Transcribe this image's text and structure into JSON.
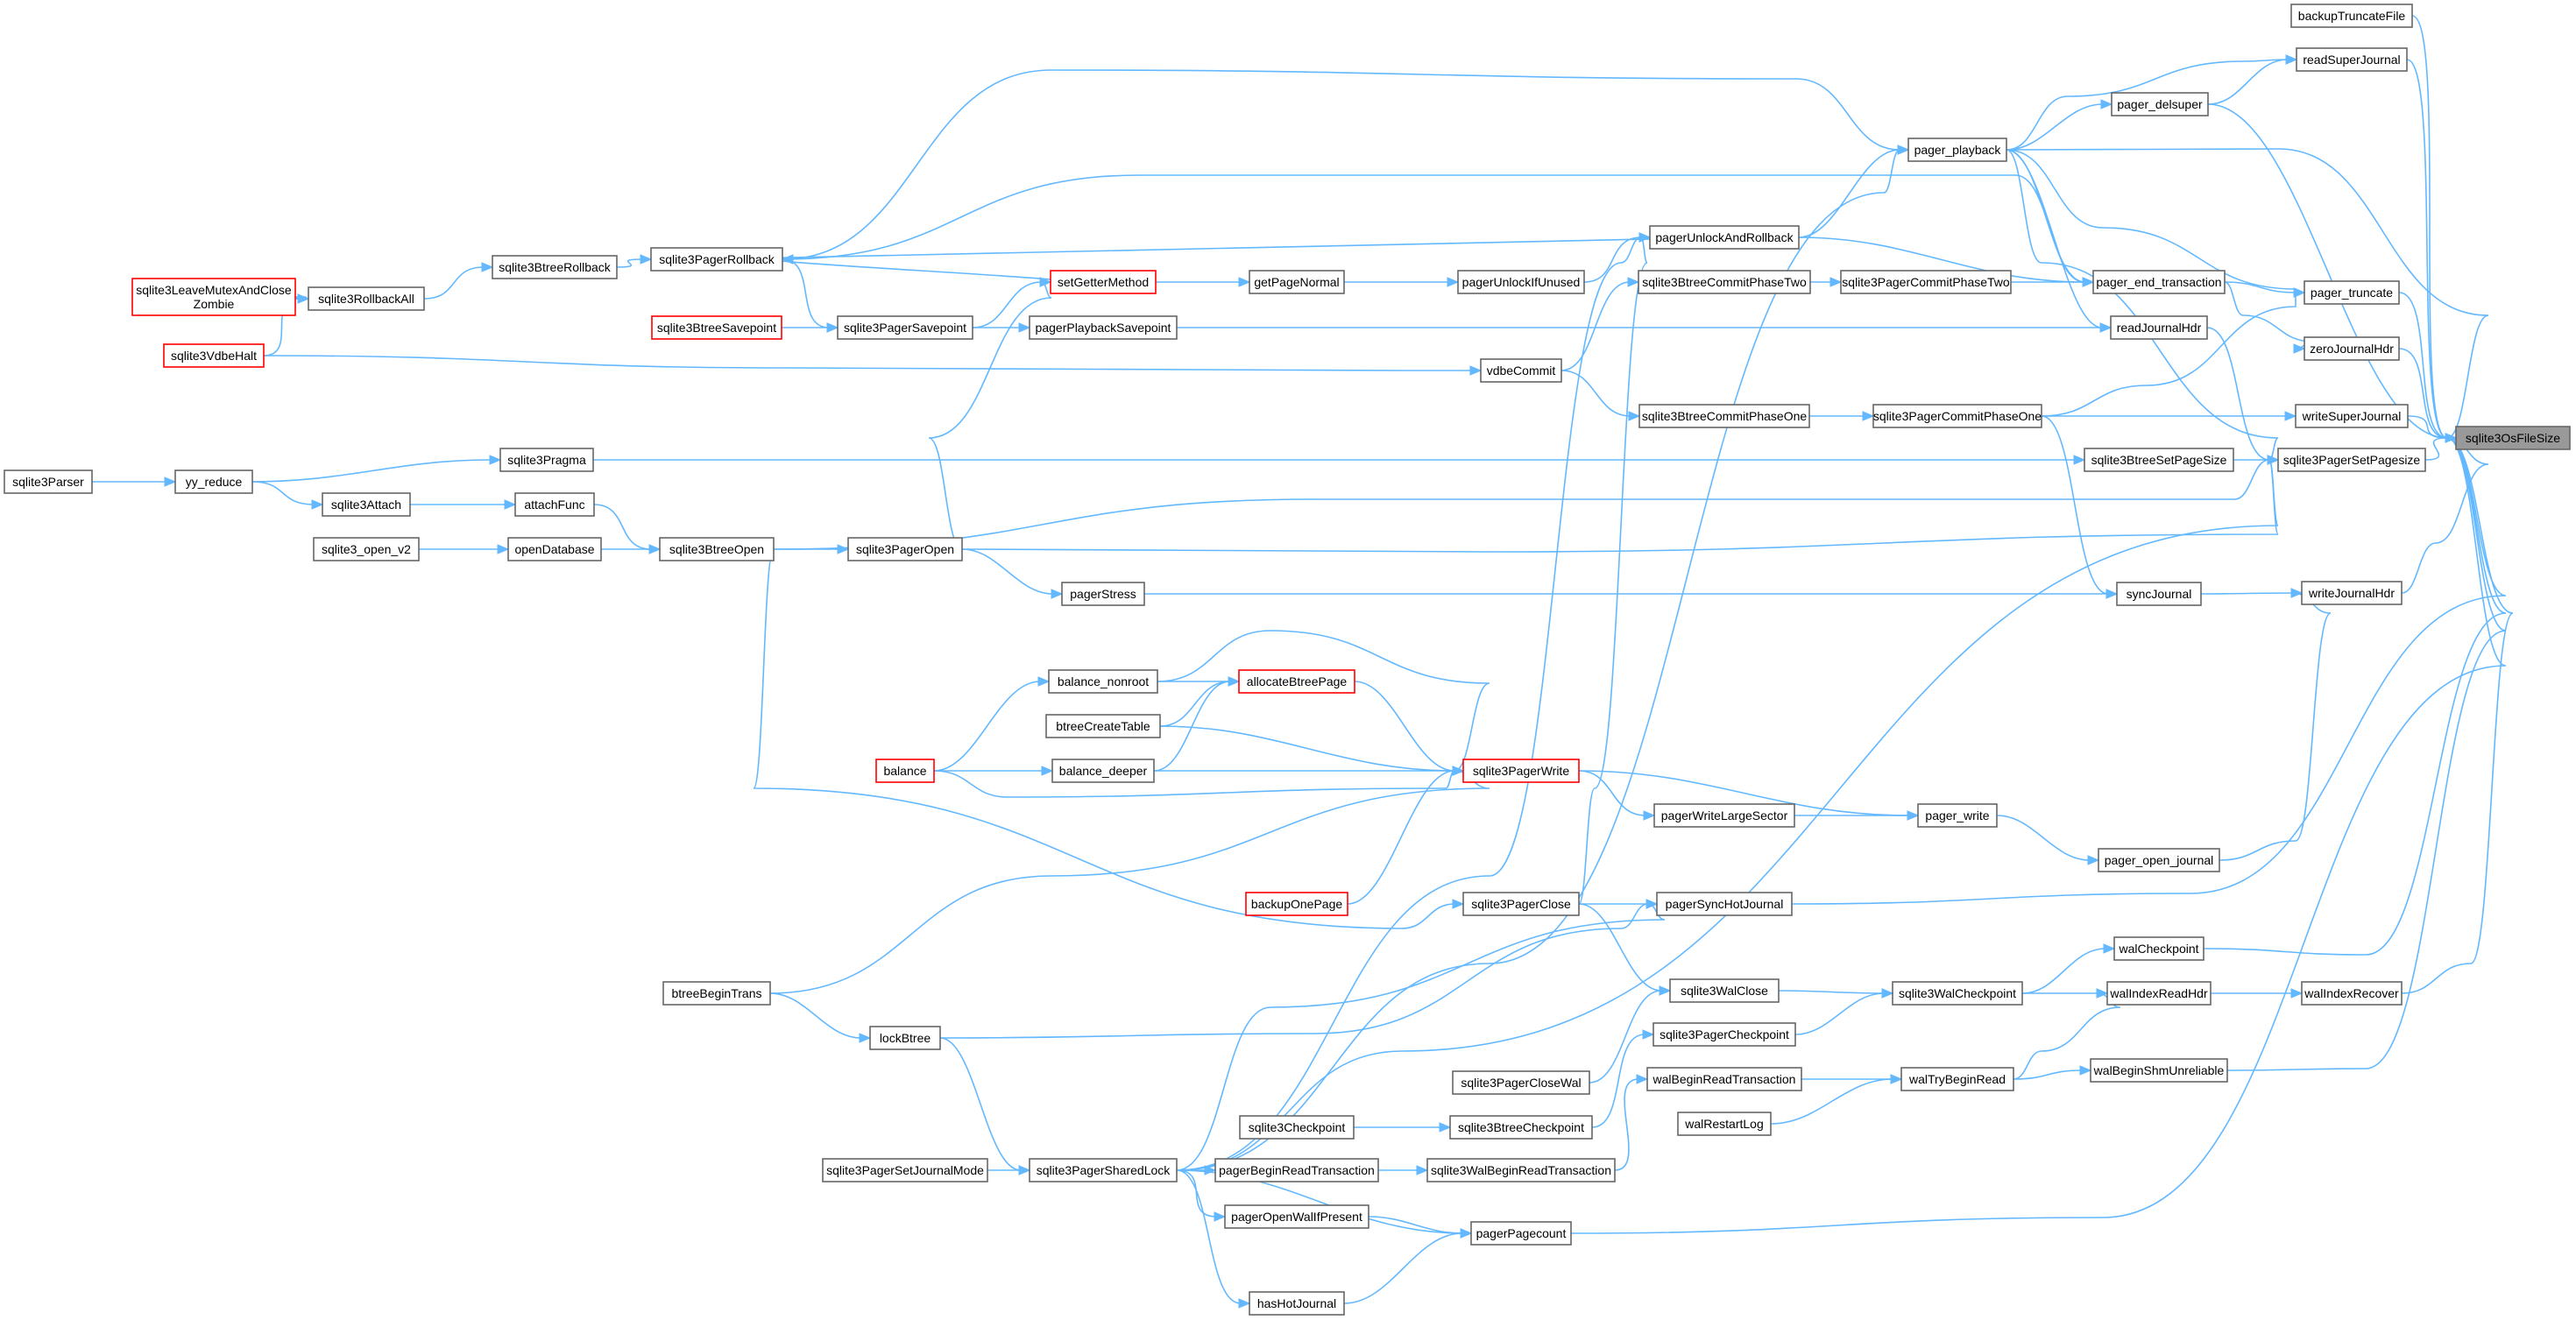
{
  "diagram": {
    "background": "#ffffff",
    "edge_color": "#63b8ff",
    "node_border_color": "#666666",
    "truncated_border_color": "#ff0000",
    "root_fill_color": "#999999",
    "nodes": [
      {
        "id": "sqlite3OsFileSize",
        "lines": [
          "sqlite3OsFileSize"
        ],
        "root": true
      },
      {
        "id": "backupTruncateFile",
        "lines": [
          "backupTruncateFile"
        ]
      },
      {
        "id": "readSuperJournal",
        "lines": [
          "readSuperJournal"
        ]
      },
      {
        "id": "pager_delsuper",
        "lines": [
          "pager_delsuper"
        ]
      },
      {
        "id": "pager_playback",
        "lines": [
          "pager_playback"
        ]
      },
      {
        "id": "pagerUnlockAndRollback",
        "lines": [
          "pagerUnlockAndRollback"
        ]
      },
      {
        "id": "pager_end_transaction",
        "lines": [
          "pager_end_transaction"
        ]
      },
      {
        "id": "pager_truncate",
        "lines": [
          "pager_truncate"
        ]
      },
      {
        "id": "zeroJournalHdr",
        "lines": [
          "zeroJournalHdr"
        ]
      },
      {
        "id": "readJournalHdr",
        "lines": [
          "readJournalHdr"
        ]
      },
      {
        "id": "writeSuperJournal",
        "lines": [
          "writeSuperJournal"
        ]
      },
      {
        "id": "sqlite3PagerSetPagesize",
        "lines": [
          "sqlite3PagerSetPagesize"
        ]
      },
      {
        "id": "writeJournalHdr",
        "lines": [
          "writeJournalHdr"
        ]
      },
      {
        "id": "walIndexRecover",
        "lines": [
          "walIndexRecover"
        ]
      },
      {
        "id": "walCheckpoint",
        "lines": [
          "walCheckpoint"
        ]
      },
      {
        "id": "walIndexReadHdr",
        "lines": [
          "walIndexReadHdr"
        ]
      },
      {
        "id": "walBeginShmUnreliable",
        "lines": [
          "walBeginShmUnreliable"
        ]
      },
      {
        "id": "sqlite3PagerRollback",
        "lines": [
          "sqlite3PagerRollback"
        ]
      },
      {
        "id": "sqlite3BtreeRollback",
        "lines": [
          "sqlite3BtreeRollback"
        ]
      },
      {
        "id": "sqlite3RollbackAll",
        "lines": [
          "sqlite3RollbackAll"
        ]
      },
      {
        "id": "sqlite3LeaveMutexAndCloseZombie",
        "lines": [
          "sqlite3LeaveMutexAndClose",
          "Zombie"
        ],
        "truncated": true
      },
      {
        "id": "sqlite3VdbeHalt",
        "lines": [
          "sqlite3VdbeHalt"
        ],
        "truncated": true
      },
      {
        "id": "setGetterMethod",
        "lines": [
          "setGetterMethod"
        ],
        "truncated": true
      },
      {
        "id": "getPageNormal",
        "lines": [
          "getPageNormal"
        ]
      },
      {
        "id": "pagerUnlockIfUnused",
        "lines": [
          "pagerUnlockIfUnused"
        ]
      },
      {
        "id": "sqlite3BtreeCommitPhaseTwo",
        "lines": [
          "sqlite3BtreeCommitPhaseTwo"
        ]
      },
      {
        "id": "sqlite3PagerCommitPhaseTwo",
        "lines": [
          "sqlite3PagerCommitPhaseTwo"
        ]
      },
      {
        "id": "sqlite3BtreeSavepoint",
        "lines": [
          "sqlite3BtreeSavepoint"
        ],
        "truncated": true
      },
      {
        "id": "sqlite3PagerSavepoint",
        "lines": [
          "sqlite3PagerSavepoint"
        ]
      },
      {
        "id": "pagerPlaybackSavepoint",
        "lines": [
          "pagerPlaybackSavepoint"
        ]
      },
      {
        "id": "vdbeCommit",
        "lines": [
          "vdbeCommit"
        ]
      },
      {
        "id": "sqlite3BtreeCommitPhaseOne",
        "lines": [
          "sqlite3BtreeCommitPhaseOne"
        ]
      },
      {
        "id": "sqlite3PagerCommitPhaseOne",
        "lines": [
          "sqlite3PagerCommitPhaseOne"
        ]
      },
      {
        "id": "sqlite3Parser",
        "lines": [
          "sqlite3Parser"
        ]
      },
      {
        "id": "yy_reduce",
        "lines": [
          "yy_reduce"
        ]
      },
      {
        "id": "sqlite3Pragma",
        "lines": [
          "sqlite3Pragma"
        ]
      },
      {
        "id": "sqlite3BtreeSetPageSize",
        "lines": [
          "sqlite3BtreeSetPageSize"
        ]
      },
      {
        "id": "sqlite3Attach",
        "lines": [
          "sqlite3Attach"
        ]
      },
      {
        "id": "attachFunc",
        "lines": [
          "attachFunc"
        ]
      },
      {
        "id": "sqlite3_open_v2",
        "lines": [
          "sqlite3_open_v2"
        ]
      },
      {
        "id": "openDatabase",
        "lines": [
          "openDatabase"
        ]
      },
      {
        "id": "sqlite3BtreeOpen",
        "lines": [
          "sqlite3BtreeOpen"
        ]
      },
      {
        "id": "sqlite3PagerOpen",
        "lines": [
          "sqlite3PagerOpen"
        ]
      },
      {
        "id": "pagerStress",
        "lines": [
          "pagerStress"
        ]
      },
      {
        "id": "syncJournal",
        "lines": [
          "syncJournal"
        ]
      },
      {
        "id": "balance_nonroot",
        "lines": [
          "balance_nonroot"
        ]
      },
      {
        "id": "allocateBtreePage",
        "lines": [
          "allocateBtreePage"
        ],
        "truncated": true
      },
      {
        "id": "btreeCreateTable",
        "lines": [
          "btreeCreateTable"
        ]
      },
      {
        "id": "balance",
        "lines": [
          "balance"
        ],
        "truncated": true
      },
      {
        "id": "balance_deeper",
        "lines": [
          "balance_deeper"
        ]
      },
      {
        "id": "sqlite3PagerWrite",
        "lines": [
          "sqlite3PagerWrite"
        ],
        "truncated": true
      },
      {
        "id": "pagerWriteLargeSector",
        "lines": [
          "pagerWriteLargeSector"
        ]
      },
      {
        "id": "pager_write",
        "lines": [
          "pager_write"
        ]
      },
      {
        "id": "pager_open_journal",
        "lines": [
          "pager_open_journal"
        ]
      },
      {
        "id": "backupOnePage",
        "lines": [
          "backupOnePage"
        ],
        "truncated": true
      },
      {
        "id": "sqlite3PagerClose",
        "lines": [
          "sqlite3PagerClose"
        ]
      },
      {
        "id": "pagerSyncHotJournal",
        "lines": [
          "pagerSyncHotJournal"
        ]
      },
      {
        "id": "btreeBeginTrans",
        "lines": [
          "btreeBeginTrans"
        ]
      },
      {
        "id": "lockBtree",
        "lines": [
          "lockBtree"
        ]
      },
      {
        "id": "sqlite3WalClose",
        "lines": [
          "sqlite3WalClose"
        ]
      },
      {
        "id": "sqlite3WalCheckpoint",
        "lines": [
          "sqlite3WalCheckpoint"
        ]
      },
      {
        "id": "sqlite3PagerCheckpoint",
        "lines": [
          "sqlite3PagerCheckpoint"
        ]
      },
      {
        "id": "sqlite3PagerCloseWal",
        "lines": [
          "sqlite3PagerCloseWal"
        ]
      },
      {
        "id": "walBeginReadTransaction",
        "lines": [
          "walBeginReadTransaction"
        ]
      },
      {
        "id": "walTryBeginRead",
        "lines": [
          "walTryBeginRead"
        ]
      },
      {
        "id": "walRestartLog",
        "lines": [
          "walRestartLog"
        ]
      },
      {
        "id": "sqlite3Checkpoint",
        "lines": [
          "sqlite3Checkpoint"
        ]
      },
      {
        "id": "sqlite3BtreeCheckpoint",
        "lines": [
          "sqlite3BtreeCheckpoint"
        ]
      },
      {
        "id": "sqlite3PagerSetJournalMode",
        "lines": [
          "sqlite3PagerSetJournalMode"
        ]
      },
      {
        "id": "sqlite3PagerSharedLock",
        "lines": [
          "sqlite3PagerSharedLock"
        ]
      },
      {
        "id": "pagerBeginReadTransaction",
        "lines": [
          "pagerBeginReadTransaction"
        ]
      },
      {
        "id": "sqlite3WalBeginReadTransaction",
        "lines": [
          "sqlite3WalBeginReadTransaction"
        ]
      },
      {
        "id": "pagerOpenWalIfPresent",
        "lines": [
          "pagerOpenWalIfPresent"
        ]
      },
      {
        "id": "pagerPagecount",
        "lines": [
          "pagerPagecount"
        ]
      },
      {
        "id": "hasHotJournal",
        "lines": [
          "hasHotJournal"
        ]
      }
    ],
    "edges": [
      {
        "from": "backupTruncateFile",
        "to": "sqlite3OsFileSize"
      },
      {
        "from": "readSuperJournal",
        "to": "sqlite3OsFileSize"
      },
      {
        "from": "pager_delsuper",
        "to": "sqlite3OsFileSize"
      },
      {
        "from": "pager_delsuper",
        "to": "readSuperJournal"
      },
      {
        "from": "pager_playback",
        "to": "sqlite3OsFileSize"
      },
      {
        "from": "pager_playback",
        "to": "readSuperJournal"
      },
      {
        "from": "pager_playback",
        "to": "pager_delsuper"
      },
      {
        "from": "pager_playback",
        "to": "pager_truncate"
      },
      {
        "from": "pager_playback",
        "to": "readJournalHdr"
      },
      {
        "from": "pager_playback",
        "to": "pager_end_transaction"
      },
      {
        "from": "pager_playback",
        "to": "sqlite3PagerSetPagesize"
      },
      {
        "from": "pager_truncate",
        "to": "sqlite3OsFileSize"
      },
      {
        "from": "pager_end_transaction",
        "to": "pager_truncate"
      },
      {
        "from": "pager_end_transaction",
        "to": "zeroJournalHdr"
      },
      {
        "from": "zeroJournalHdr",
        "to": "sqlite3OsFileSize"
      },
      {
        "from": "readJournalHdr",
        "to": "sqlite3PagerSetPagesize"
      },
      {
        "from": "writeSuperJournal",
        "to": "sqlite3OsFileSize"
      },
      {
        "from": "sqlite3PagerSetPagesize",
        "to": "sqlite3OsFileSize"
      },
      {
        "from": "writeJournalHdr",
        "to": "sqlite3OsFileSize"
      },
      {
        "from": "walIndexRecover",
        "to": "sqlite3OsFileSize"
      },
      {
        "from": "walCheckpoint",
        "to": "sqlite3OsFileSize"
      },
      {
        "from": "walBeginShmUnreliable",
        "to": "sqlite3OsFileSize"
      },
      {
        "from": "pagerPagecount",
        "to": "sqlite3OsFileSize"
      },
      {
        "from": "pagerSyncHotJournal",
        "to": "sqlite3OsFileSize"
      },
      {
        "from": "walIndexReadHdr",
        "to": "walIndexRecover"
      },
      {
        "from": "sqlite3PagerCommitPhaseOne",
        "to": "writeSuperJournal"
      },
      {
        "from": "sqlite3PagerCommitPhaseOne",
        "to": "pager_truncate"
      },
      {
        "from": "sqlite3PagerCommitPhaseOne",
        "to": "syncJournal"
      },
      {
        "from": "sqlite3BtreeSetPageSize",
        "to": "sqlite3PagerSetPagesize"
      },
      {
        "from": "sqlite3BtreeOpen",
        "to": "sqlite3PagerSetPagesize"
      },
      {
        "from": "sqlite3PagerOpen",
        "to": "sqlite3PagerSetPagesize"
      },
      {
        "from": "sqlite3PagerSharedLock",
        "to": "sqlite3PagerSetPagesize"
      },
      {
        "from": "syncJournal",
        "to": "writeJournalHdr"
      },
      {
        "from": "pager_open_journal",
        "to": "writeJournalHdr"
      },
      {
        "from": "pagerUnlockAndRollback",
        "to": "pager_playback"
      },
      {
        "from": "pagerUnlockAndRollback",
        "to": "pager_end_transaction"
      },
      {
        "from": "pagerUnlockAndRollback",
        "to": "sqlite3PagerRollback"
      },
      {
        "from": "sqlite3PagerRollback",
        "to": "pager_playback"
      },
      {
        "from": "sqlite3PagerRollback",
        "to": "pager_end_transaction"
      },
      {
        "from": "sqlite3BtreeRollback",
        "to": "sqlite3PagerRollback"
      },
      {
        "from": "sqlite3RollbackAll",
        "to": "sqlite3BtreeRollback"
      },
      {
        "from": "sqlite3LeaveMutexAndCloseZombie",
        "to": "sqlite3RollbackAll"
      },
      {
        "from": "sqlite3VdbeHalt",
        "to": "sqlite3RollbackAll"
      },
      {
        "from": "sqlite3VdbeHalt",
        "to": "vdbeCommit"
      },
      {
        "from": "setGetterMethod",
        "to": "sqlite3PagerRollback"
      },
      {
        "from": "setGetterMethod",
        "to": "getPageNormal"
      },
      {
        "from": "getPageNormal",
        "to": "pagerUnlockIfUnused"
      },
      {
        "from": "pagerUnlockIfUnused",
        "to": "pagerUnlockAndRollback"
      },
      {
        "from": "sqlite3PagerCommitPhaseTwo",
        "to": "pager_end_transaction"
      },
      {
        "from": "sqlite3BtreeCommitPhaseTwo",
        "to": "sqlite3PagerCommitPhaseTwo"
      },
      {
        "from": "vdbeCommit",
        "to": "sqlite3BtreeCommitPhaseTwo"
      },
      {
        "from": "vdbeCommit",
        "to": "sqlite3BtreeCommitPhaseOne"
      },
      {
        "from": "sqlite3BtreeCommitPhaseOne",
        "to": "sqlite3PagerCommitPhaseOne"
      },
      {
        "from": "sqlite3BtreeSavepoint",
        "to": "sqlite3PagerSavepoint"
      },
      {
        "from": "sqlite3PagerSavepoint",
        "to": "setGetterMethod"
      },
      {
        "from": "sqlite3PagerSavepoint",
        "to": "pagerPlaybackSavepoint"
      },
      {
        "from": "sqlite3PagerRollback",
        "to": "sqlite3PagerSavepoint"
      },
      {
        "from": "pagerPlaybackSavepoint",
        "to": "readJournalHdr"
      },
      {
        "from": "sqlite3Parser",
        "to": "yy_reduce"
      },
      {
        "from": "yy_reduce",
        "to": "sqlite3Pragma"
      },
      {
        "from": "yy_reduce",
        "to": "sqlite3Attach"
      },
      {
        "from": "sqlite3Pragma",
        "to": "sqlite3BtreeSetPageSize"
      },
      {
        "from": "sqlite3Attach",
        "to": "attachFunc"
      },
      {
        "from": "attachFunc",
        "to": "sqlite3BtreeOpen"
      },
      {
        "from": "sqlite3_open_v2",
        "to": "openDatabase"
      },
      {
        "from": "openDatabase",
        "to": "sqlite3BtreeOpen"
      },
      {
        "from": "sqlite3BtreeOpen",
        "to": "sqlite3PagerOpen"
      },
      {
        "from": "sqlite3PagerOpen",
        "to": "setGetterMethod"
      },
      {
        "from": "sqlite3PagerOpen",
        "to": "pagerStress"
      },
      {
        "from": "pagerStress",
        "to": "syncJournal"
      },
      {
        "from": "balance",
        "to": "balance_nonroot"
      },
      {
        "from": "balance",
        "to": "balance_deeper"
      },
      {
        "from": "balance",
        "to": "sqlite3PagerWrite"
      },
      {
        "from": "balance_nonroot",
        "to": "allocateBtreePage"
      },
      {
        "from": "balance_nonroot",
        "to": "sqlite3PagerWrite"
      },
      {
        "from": "btreeCreateTable",
        "to": "allocateBtreePage"
      },
      {
        "from": "btreeCreateTable",
        "to": "sqlite3PagerWrite"
      },
      {
        "from": "balance_deeper",
        "to": "allocateBtreePage"
      },
      {
        "from": "balance_deeper",
        "to": "sqlite3PagerWrite"
      },
      {
        "from": "allocateBtreePage",
        "to": "sqlite3PagerWrite"
      },
      {
        "from": "backupOnePage",
        "to": "sqlite3PagerWrite"
      },
      {
        "from": "btreeBeginTrans",
        "to": "sqlite3PagerWrite"
      },
      {
        "from": "sqlite3PagerWrite",
        "to": "pagerWriteLargeSector"
      },
      {
        "from": "sqlite3PagerWrite",
        "to": "pager_write"
      },
      {
        "from": "pagerWriteLargeSector",
        "to": "pager_write"
      },
      {
        "from": "pager_write",
        "to": "pager_open_journal"
      },
      {
        "from": "sqlite3BtreeOpen",
        "to": "sqlite3PagerClose"
      },
      {
        "from": "sqlite3PagerClose",
        "to": "pagerUnlockAndRollback"
      },
      {
        "from": "sqlite3PagerClose",
        "to": "pagerSyncHotJournal"
      },
      {
        "from": "sqlite3PagerClose",
        "to": "sqlite3WalClose"
      },
      {
        "from": "btreeBeginTrans",
        "to": "lockBtree"
      },
      {
        "from": "lockBtree",
        "to": "pagerSyncHotJournal"
      },
      {
        "from": "lockBtree",
        "to": "sqlite3PagerSharedLock"
      },
      {
        "from": "sqlite3WalClose",
        "to": "sqlite3WalCheckpoint"
      },
      {
        "from": "sqlite3PagerCloseWal",
        "to": "sqlite3WalClose"
      },
      {
        "from": "sqlite3PagerCheckpoint",
        "to": "sqlite3WalCheckpoint"
      },
      {
        "from": "sqlite3WalCheckpoint",
        "to": "walCheckpoint"
      },
      {
        "from": "sqlite3WalCheckpoint",
        "to": "walIndexReadHdr"
      },
      {
        "from": "sqlite3Checkpoint",
        "to": "sqlite3BtreeCheckpoint"
      },
      {
        "from": "sqlite3BtreeCheckpoint",
        "to": "sqlite3PagerCheckpoint"
      },
      {
        "from": "walBeginReadTransaction",
        "to": "walTryBeginRead"
      },
      {
        "from": "walRestartLog",
        "to": "walTryBeginRead"
      },
      {
        "from": "walTryBeginRead",
        "to": "walIndexReadHdr"
      },
      {
        "from": "walTryBeginRead",
        "to": "walBeginShmUnreliable"
      },
      {
        "from": "sqlite3WalBeginReadTransaction",
        "to": "walBeginReadTransaction"
      },
      {
        "from": "sqlite3PagerSetJournalMode",
        "to": "sqlite3PagerSharedLock"
      },
      {
        "from": "sqlite3PagerSharedLock",
        "to": "pagerBeginReadTransaction"
      },
      {
        "from": "sqlite3PagerSharedLock",
        "to": "pagerOpenWalIfPresent"
      },
      {
        "from": "sqlite3PagerSharedLock",
        "to": "pagerPagecount"
      },
      {
        "from": "sqlite3PagerSharedLock",
        "to": "hasHotJournal"
      },
      {
        "from": "sqlite3PagerSharedLock",
        "to": "pagerUnlockAndRollback"
      },
      {
        "from": "sqlite3PagerSharedLock",
        "to": "pager_playback"
      },
      {
        "from": "sqlite3PagerSharedLock",
        "to": "pagerSyncHotJournal"
      },
      {
        "from": "pagerBeginReadTransaction",
        "to": "sqlite3WalBeginReadTransaction"
      },
      {
        "from": "pagerOpenWalIfPresent",
        "to": "pagerPagecount"
      },
      {
        "from": "hasHotJournal",
        "to": "pagerPagecount"
      }
    ]
  }
}
